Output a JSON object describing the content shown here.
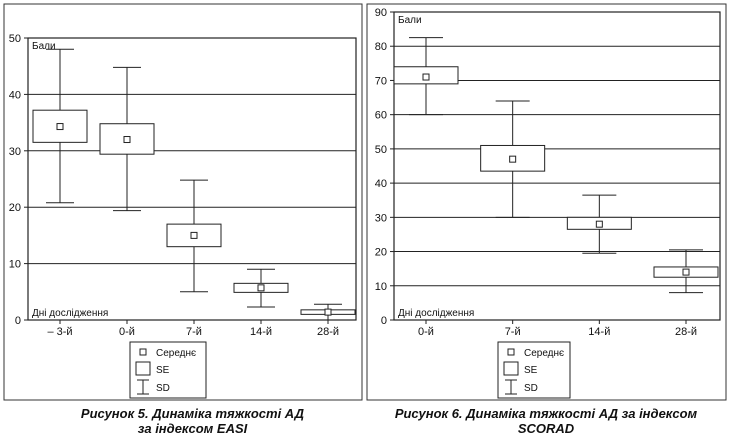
{
  "chart_data": [
    {
      "type": "box",
      "ylabel": "Бали",
      "xlabel": "Дні дослідження",
      "ylim": [
        0,
        50
      ],
      "yticks": [
        0,
        10,
        20,
        30,
        40,
        50
      ],
      "grid": true,
      "categories": [
        "– 3-й",
        "0-й",
        "7-й",
        "14-й",
        "28-й"
      ],
      "mean": [
        34.3,
        32.0,
        15.0,
        5.7,
        1.4
      ],
      "se": [
        [
          31.5,
          37.2
        ],
        [
          29.4,
          34.8
        ],
        [
          13.0,
          17.0
        ],
        [
          4.9,
          6.5
        ],
        [
          1.0,
          1.8
        ]
      ],
      "sd": [
        [
          20.8,
          48.0
        ],
        [
          19.4,
          44.8
        ],
        [
          5.0,
          24.8
        ],
        [
          2.3,
          9.0
        ],
        [
          0.0,
          2.8
        ]
      ],
      "legend": {
        "mean": "Середнє",
        "se": "SE",
        "sd": "SD"
      },
      "caption": [
        "Рисунок 5. Динаміка тяжкості АД",
        "за індексом EASI"
      ]
    },
    {
      "type": "box",
      "ylabel": "Бали",
      "xlabel": "Дні дослідження",
      "ylim": [
        0,
        90
      ],
      "yticks": [
        0,
        10,
        20,
        30,
        40,
        50,
        60,
        70,
        80,
        90
      ],
      "grid": true,
      "categories": [
        "0-й",
        "7-й",
        "14-й",
        "28-й"
      ],
      "mean": [
        71.0,
        47.0,
        28.0,
        14.0
      ],
      "se": [
        [
          69.0,
          74.0
        ],
        [
          43.5,
          51.0
        ],
        [
          26.5,
          30.0
        ],
        [
          12.5,
          15.5
        ]
      ],
      "sd": [
        [
          60.0,
          82.5
        ],
        [
          30.0,
          64.0
        ],
        [
          19.5,
          36.5
        ],
        [
          8.0,
          20.5
        ]
      ],
      "legend": {
        "mean": "Середнє",
        "se": "SE",
        "sd": "SD"
      },
      "caption": [
        "Рисунок 6. Динаміка тяжкості АД за індексом",
        "SCORAD"
      ]
    }
  ]
}
